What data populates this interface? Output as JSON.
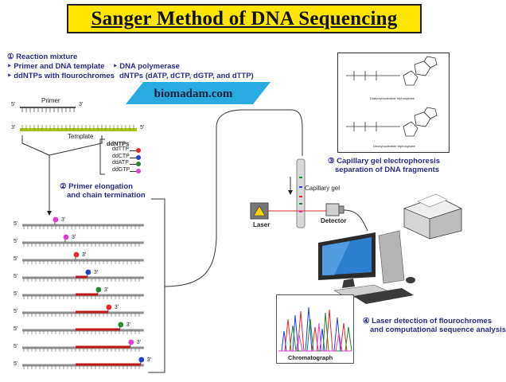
{
  "title": "Sanger Method of DNA Sequencing",
  "steps": {
    "step1": {
      "heading": "① Reaction mixture",
      "items": [
        "‣ Primer and DNA template",
        "‣ ddNTPs with flourochromes",
        "‣ DNA polymerase",
        "dNTPs (dATP, dCTP, dGTP, and dTTP)"
      ]
    },
    "step2": {
      "line1": "② Primer elongation",
      "line2": "and chain termination"
    },
    "step3": {
      "line1": "③ Capillary gel electrophoresis",
      "line2": "separation of DNA fragments"
    },
    "step4": {
      "line1": "④ Laser detection of flourochromes",
      "line2": "and computational sequence analysis"
    }
  },
  "banner": "biomadam.com",
  "labels": {
    "primer": "Primer",
    "template": "Template",
    "five_prime": "5'",
    "three_prime": "3'",
    "capillary_gel": "Capillary gel",
    "laser": "Laser",
    "detector": "Detector",
    "chromatograph": "Chromatograph",
    "mol1_caption": "Dideoxynucleotide triphosphate",
    "mol2_caption": "Deoxynucleotide triphosphate"
  },
  "ddntps": {
    "heading": "ddNTPs",
    "items": [
      {
        "label": "ddTTP",
        "color": "#e8262a"
      },
      {
        "label": "ddCTP",
        "color": "#1f3fd1"
      },
      {
        "label": "ddATP",
        "color": "#1f8a2e"
      },
      {
        "label": "ddGTP",
        "color": "#e23cd1"
      }
    ]
  },
  "colors": {
    "banner": "#29abe2",
    "title_bg": "#ffe600",
    "template_strand": "#a9c31c",
    "elongation": "#c01818",
    "heading_text": "#2b2a8c"
  },
  "fragments": [
    {
      "length_fraction": 0.22,
      "terminator_color": "#e23cd1"
    },
    {
      "length_fraction": 0.29,
      "terminator_color": "#e23cd1"
    },
    {
      "length_fraction": 0.36,
      "terminator_color": "#e8262a"
    },
    {
      "length_fraction": 0.44,
      "terminator_color": "#1f3fd1"
    },
    {
      "length_fraction": 0.51,
      "terminator_color": "#1f8a2e"
    },
    {
      "length_fraction": 0.58,
      "terminator_color": "#e8262a"
    },
    {
      "length_fraction": 0.66,
      "terminator_color": "#1f8a2e"
    },
    {
      "length_fraction": 0.73,
      "terminator_color": "#e23cd1"
    },
    {
      "length_fraction": 0.8,
      "terminator_color": "#1f3fd1"
    }
  ]
}
